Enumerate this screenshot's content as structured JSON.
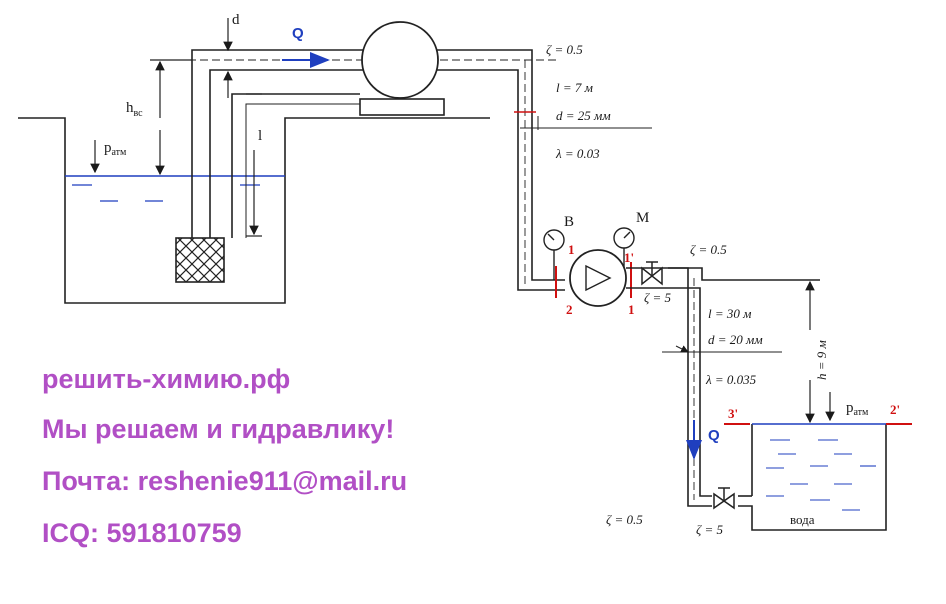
{
  "diagram": {
    "labels": {
      "d": "d",
      "Q_top": "Q",
      "zeta_top": "ζ = 0.5",
      "h_vs": "h",
      "h_vs_sub": "вс",
      "l_vs": "l   = 7 м",
      "d_vs": "d   = 25 мм",
      "lambda_vs": "λ   = 0.03",
      "p_atm_left": "p",
      "p_atm_left_sub": "атм",
      "l_mark": "l",
      "gauge_B": "B",
      "gauge_M": "M",
      "sec_2": "2",
      "sec_1": "1",
      "sec_1p": "1'",
      "sec_1_low": "1",
      "zeta_mid": "ζ = 0.5",
      "zeta_valve_mid": "ζ = 5",
      "l_n": "l  = 30 м",
      "d_n": "d  = 20 мм",
      "lambda_n": "λ  = 0.035",
      "h_r": "h  = 9 м",
      "sec_3p": "3'",
      "p_atm_right": "p",
      "p_atm_right_sub": "атм",
      "sec_2p": "2'",
      "Q_down": "Q",
      "zeta_bottom": "ζ = 0.5",
      "zeta_valve_bottom": "ζ = 5",
      "water": "вода"
    },
    "colors": {
      "pipe": "#222222",
      "water_line": "#1f3fbf",
      "flow_arrow": "#1f3fbf",
      "section_mark": "#d01010"
    }
  },
  "promo": {
    "line1": "решить-химию.рф",
    "line2": "Мы решаем и гидравлику!",
    "line3": "Почта:  reshenie911@mail.ru",
    "line4": "ICQ: 591810759",
    "color": "#b14fc5"
  }
}
